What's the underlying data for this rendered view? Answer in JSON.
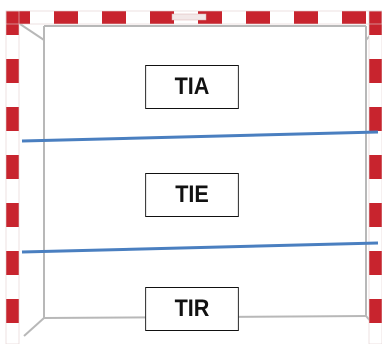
{
  "goal": {
    "frame_colors": {
      "red": "#c8242e",
      "white": "#ffffff",
      "net": "#b8b8b8"
    }
  },
  "dividers": {
    "color": "#4a7fc0"
  },
  "zones": {
    "top": "TIA",
    "middle": "TIE",
    "bottom": "TIR"
  }
}
